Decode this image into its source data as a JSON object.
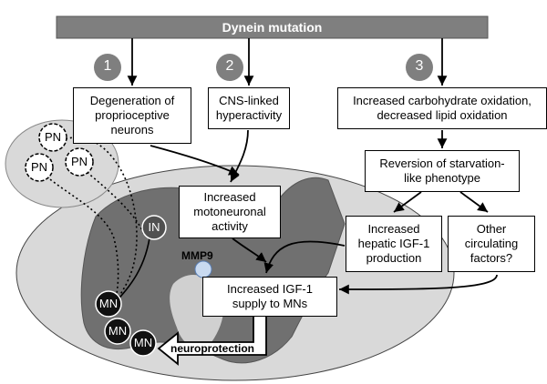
{
  "header": {
    "title": "Dynein mutation"
  },
  "steps": [
    "1",
    "2",
    "3"
  ],
  "boxes": {
    "degeneration": "Degeneration of\nproprioceptive\nneurons",
    "cns": "CNS-linked\nhyperactivity",
    "carb": "Increased carbohydrate oxidation,\ndecreased lipid oxidation",
    "reversion": "Reversion of starvation-\nlike phenotype",
    "motoneuronal": "Increased\nmotoneuronal\nactivity",
    "hepatic": "Increased\nhepatic IGF-1\nproduction",
    "other": "Other\ncirculating\nfactors?",
    "supply": "Increased IGF-1\nsupply to MNs"
  },
  "cells": {
    "pn": [
      "PN",
      "PN",
      "PN"
    ],
    "in": "IN",
    "mn": [
      "MN",
      "MN",
      "MN"
    ]
  },
  "mmp9": "MMP9",
  "neuroprotection": "neuroprotection",
  "colors": {
    "header_bar": "#7f7f7f",
    "step_circle": "#7f7f7f",
    "cord_gray": "#6e6e6e",
    "cord_light": "#cfcfcf",
    "pn_field": "#d9d9d9",
    "mmp9_blue": "#c9daf0"
  }
}
